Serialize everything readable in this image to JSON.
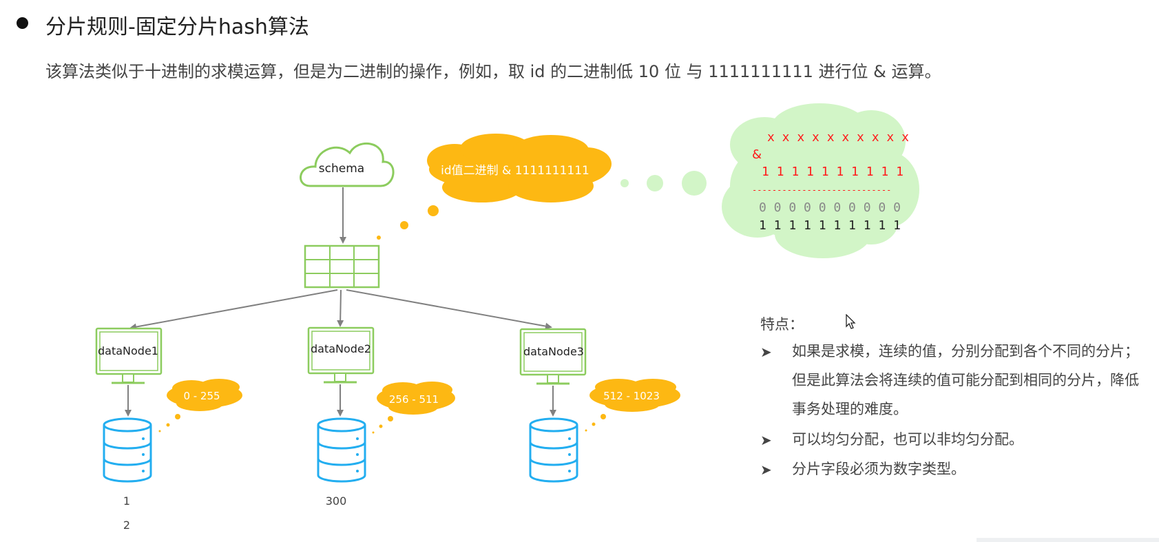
{
  "title": "分片规则-固定分片hash算法",
  "description": "该算法类似于十进制的求模运算，但是为二进制的操作，例如，取 id 的二进制低 10 位 与 1111111111 进行位 & 运算。",
  "diagram": {
    "schema_label": "schema",
    "id_bubble": "id值二进制 & 1111111111",
    "calc": {
      "row1": "x x x x x x x x x x",
      "op": "&",
      "row2": "1 1 1 1 1 1 1 1 1 1",
      "divider": "----------------------------",
      "row3": "0 0 0 0 0 0 0 0 0 0",
      "row4": "1 1 1 1 1 1 1 1 1 1"
    },
    "nodes": [
      {
        "label": "dataNode1",
        "range": "0 - 255"
      },
      {
        "label": "dataNode2",
        "range": "256 - 511"
      },
      {
        "label": "dataNode3",
        "range": "512 - 1023"
      }
    ],
    "db_values": {
      "db1_line1": "1",
      "db1_line2": "2",
      "db2_line1": "300"
    }
  },
  "features": {
    "heading": "特点：",
    "items": [
      "如果是求模，连续的值，分别分配到各个不同的分片；但是此算法会将连续的值可能分配到相同的分片，降低事务处理的难度。",
      "可以均匀分配，也可以非均匀分配。",
      "分片字段必须为数字类型。"
    ]
  },
  "colors": {
    "green": "#8ccc5e",
    "green_cloud": "#d2f5c7",
    "orange": "#fdb813",
    "blue_db": "#23aef0",
    "red": "#ff1a1a",
    "arrow_gray": "#808080"
  }
}
